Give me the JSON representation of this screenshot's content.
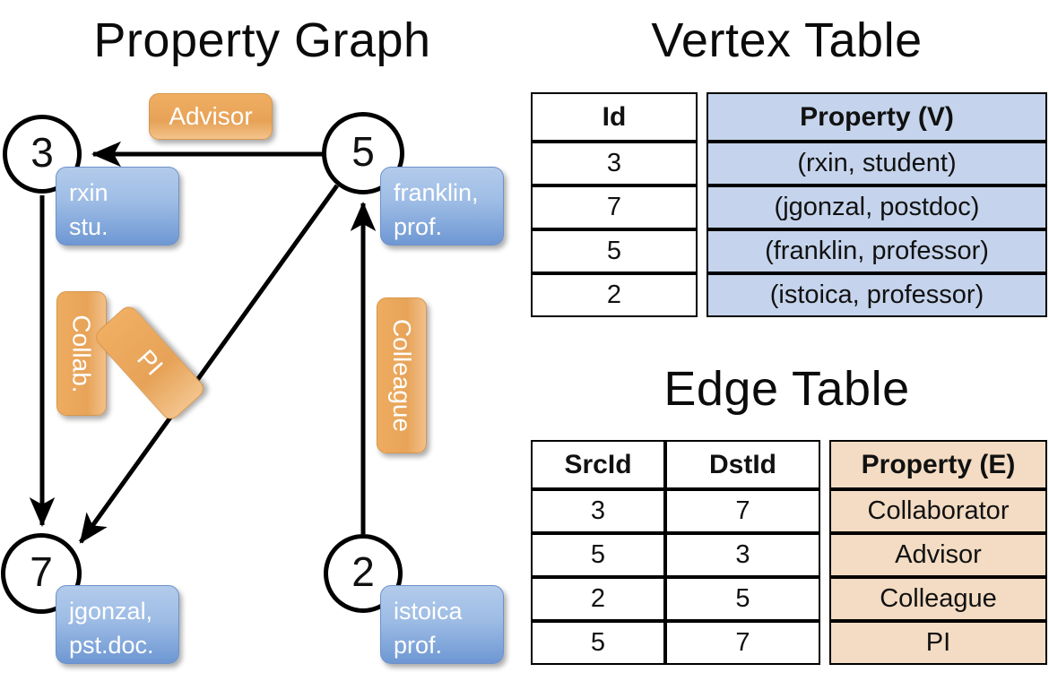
{
  "titles": {
    "property_graph": "Property Graph",
    "vertex_table": "Vertex Table",
    "edge_table": "Edge Table"
  },
  "graph": {
    "nodes": [
      {
        "id": "3",
        "property_lines": [
          "rxin",
          "stu."
        ]
      },
      {
        "id": "5",
        "property_lines": [
          "franklin,",
          "prof."
        ]
      },
      {
        "id": "7",
        "property_lines": [
          "jgonzal,",
          "pst.doc."
        ]
      },
      {
        "id": "2",
        "property_lines": [
          "istoica",
          "prof."
        ]
      }
    ],
    "edge_labels": {
      "advisor": "Advisor",
      "collab": "Collab.",
      "pi": "PI",
      "colleague": "Colleague"
    }
  },
  "vertex_table": {
    "headers": [
      "Id",
      "Property (V)"
    ],
    "rows": [
      {
        "id": "3",
        "property": "(rxin, student)"
      },
      {
        "id": "7",
        "property": "(jgonzal, postdoc)"
      },
      {
        "id": "5",
        "property": "(franklin, professor)"
      },
      {
        "id": "2",
        "property": "(istoica, professor)"
      }
    ]
  },
  "edge_table": {
    "headers": [
      "SrcId",
      "DstId",
      "Property (E)"
    ],
    "rows": [
      {
        "src": "3",
        "dst": "7",
        "property": "Collaborator"
      },
      {
        "src": "5",
        "dst": "3",
        "property": "Advisor"
      },
      {
        "src": "2",
        "dst": "5",
        "property": "Colleague"
      },
      {
        "src": "5",
        "dst": "7",
        "property": "PI"
      }
    ]
  },
  "colors": {
    "vertex_property_fill": "#c5d4ec",
    "edge_property_fill": "#f3dcc3",
    "node_box_blue": "#9dbce5",
    "edge_chip_orange": "#eaa75c",
    "stroke": "#000000",
    "background": "#ffffff"
  }
}
